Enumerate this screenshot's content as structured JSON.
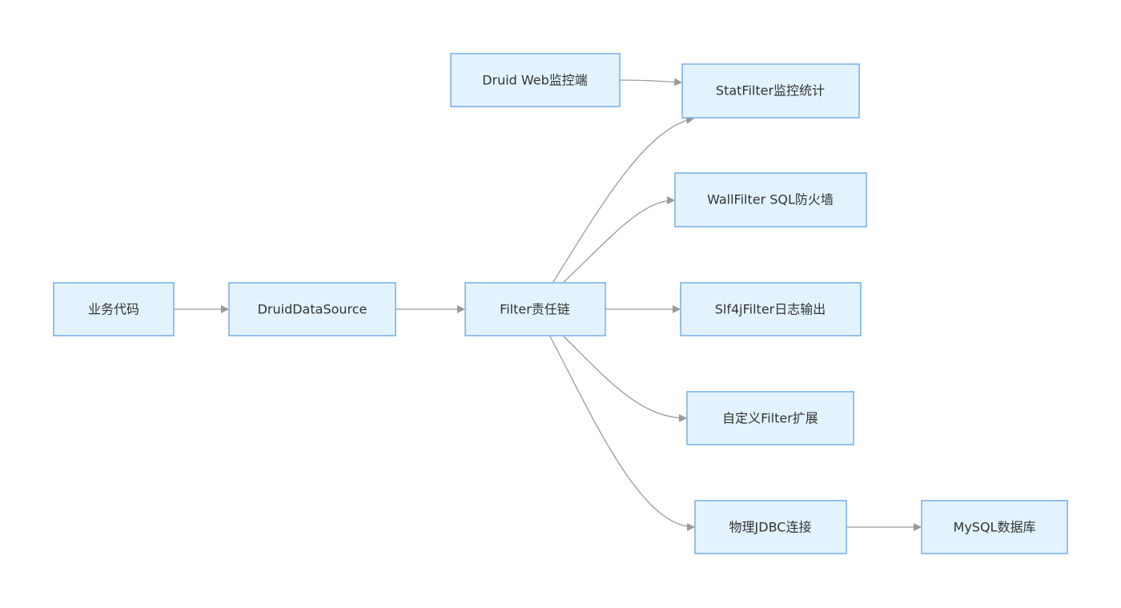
{
  "nodes": {
    "business_code": "业务代码",
    "druid_datasource": "DruidDataSource",
    "filter_chain": "Filter责任链",
    "druid_web": "Druid Web监控端",
    "stat_filter": "StatFilter监控统计",
    "wall_filter": "WallFilter SQL防火墙",
    "slf4j_filter": "Slf4jFilter日志输出",
    "custom_filter": "自定义Filter扩展",
    "jdbc_connection": "物理JDBC连接",
    "mysql_db": "MySQL数据库"
  },
  "edges": [
    {
      "from": "业务代码",
      "to": "DruidDataSource"
    },
    {
      "from": "DruidDataSource",
      "to": "Filter责任链"
    },
    {
      "from": "Filter责任链",
      "to": "StatFilter监控统计"
    },
    {
      "from": "Filter责任链",
      "to": "WallFilter SQL防火墙"
    },
    {
      "from": "Filter责任链",
      "to": "Slf4jFilter日志输出"
    },
    {
      "from": "Filter责任链",
      "to": "自定义Filter扩展"
    },
    {
      "from": "Filter责任链",
      "to": "物理JDBC连接"
    },
    {
      "from": "Druid Web监控端",
      "to": "StatFilter监控统计"
    },
    {
      "from": "物理JDBC连接",
      "to": "MySQL数据库"
    }
  ],
  "colors": {
    "node_fill": "#e3f3fd",
    "node_stroke": "#74aee8",
    "edge": "#999999",
    "text": "#333333"
  }
}
